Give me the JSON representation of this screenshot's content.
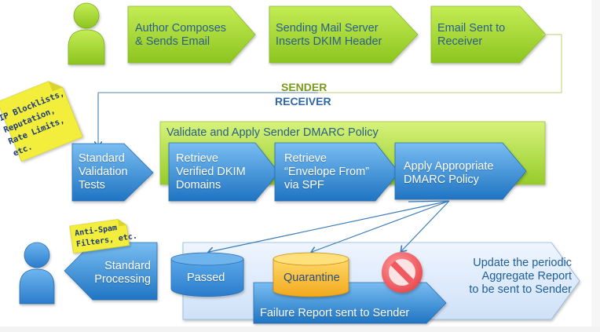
{
  "diagram": {
    "title": "DMARC email authentication flow",
    "divider": {
      "sender_label": "SENDER",
      "receiver_label": "RECEIVER",
      "sender_color": "#7a9a1c",
      "receiver_color": "#2d67a8"
    },
    "sender_steps": [
      {
        "label": "Author Composes\n& Sends Email"
      },
      {
        "label": "Sending Mail Server\nInserts DKIM Header"
      },
      {
        "label": "Email Sent to\nReceiver"
      }
    ],
    "receiver": {
      "standard_validation": "Standard\nValidation\nTests",
      "sticky_note_1": "IP Blocklists,\nReputation,\nRate Limits,\netc.",
      "dmarc_group_title": "Validate and Apply Sender DMARC Policy",
      "dmarc_steps": [
        {
          "label": "Retrieve\nVerified DKIM\nDomains"
        },
        {
          "label": "Retrieve\n“Envelope From”\nvia SPF"
        },
        {
          "label": "Apply Appropriate\nDMARC Policy"
        }
      ],
      "outcomes": {
        "passed": "Passed",
        "quarantine": "Quarantine",
        "reject_icon": "no-entry-icon"
      },
      "failure_report": "Failure Report sent to Sender",
      "aggregate_report": "Update the periodic\nAggregate Report\nto be sent to Sender",
      "standard_processing": "Standard\nProcessing",
      "sticky_note_2": "Anti-Spam\nFilters, etc."
    },
    "colors": {
      "green_shape": "#a6d63a",
      "blue_shape": "#3d8fd6",
      "quarantine": "#f5b731",
      "reject": "#f06a6e",
      "sticky": "#f2ee3a",
      "container_light_blue": "#dbe9fa"
    }
  }
}
